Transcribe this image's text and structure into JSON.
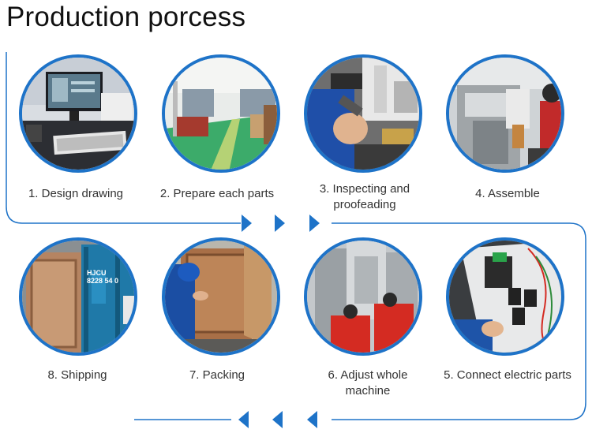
{
  "title": "Production porcess",
  "accent": "#1e73c8",
  "steps": [
    {
      "label": "1. Design drawing",
      "icon": "design-drawing-image"
    },
    {
      "label": "2. Prepare each parts",
      "icon": "warehouse-image"
    },
    {
      "label": "3. Inspecting and proofeading",
      "icon": "inspecting-image"
    },
    {
      "label": "4.  Assemble",
      "icon": "assemble-image"
    },
    {
      "label": "5.  Connect electric parts",
      "icon": "electric-parts-image"
    },
    {
      "label": "6. Adjust whole machine",
      "icon": "adjust-machine-image"
    },
    {
      "label": "7.  Packing",
      "icon": "packing-image"
    },
    {
      "label": "8. Shipping",
      "icon": "shipping-image"
    }
  ],
  "container": {
    "line1": "HJCU",
    "line2": "8228 54 0"
  }
}
